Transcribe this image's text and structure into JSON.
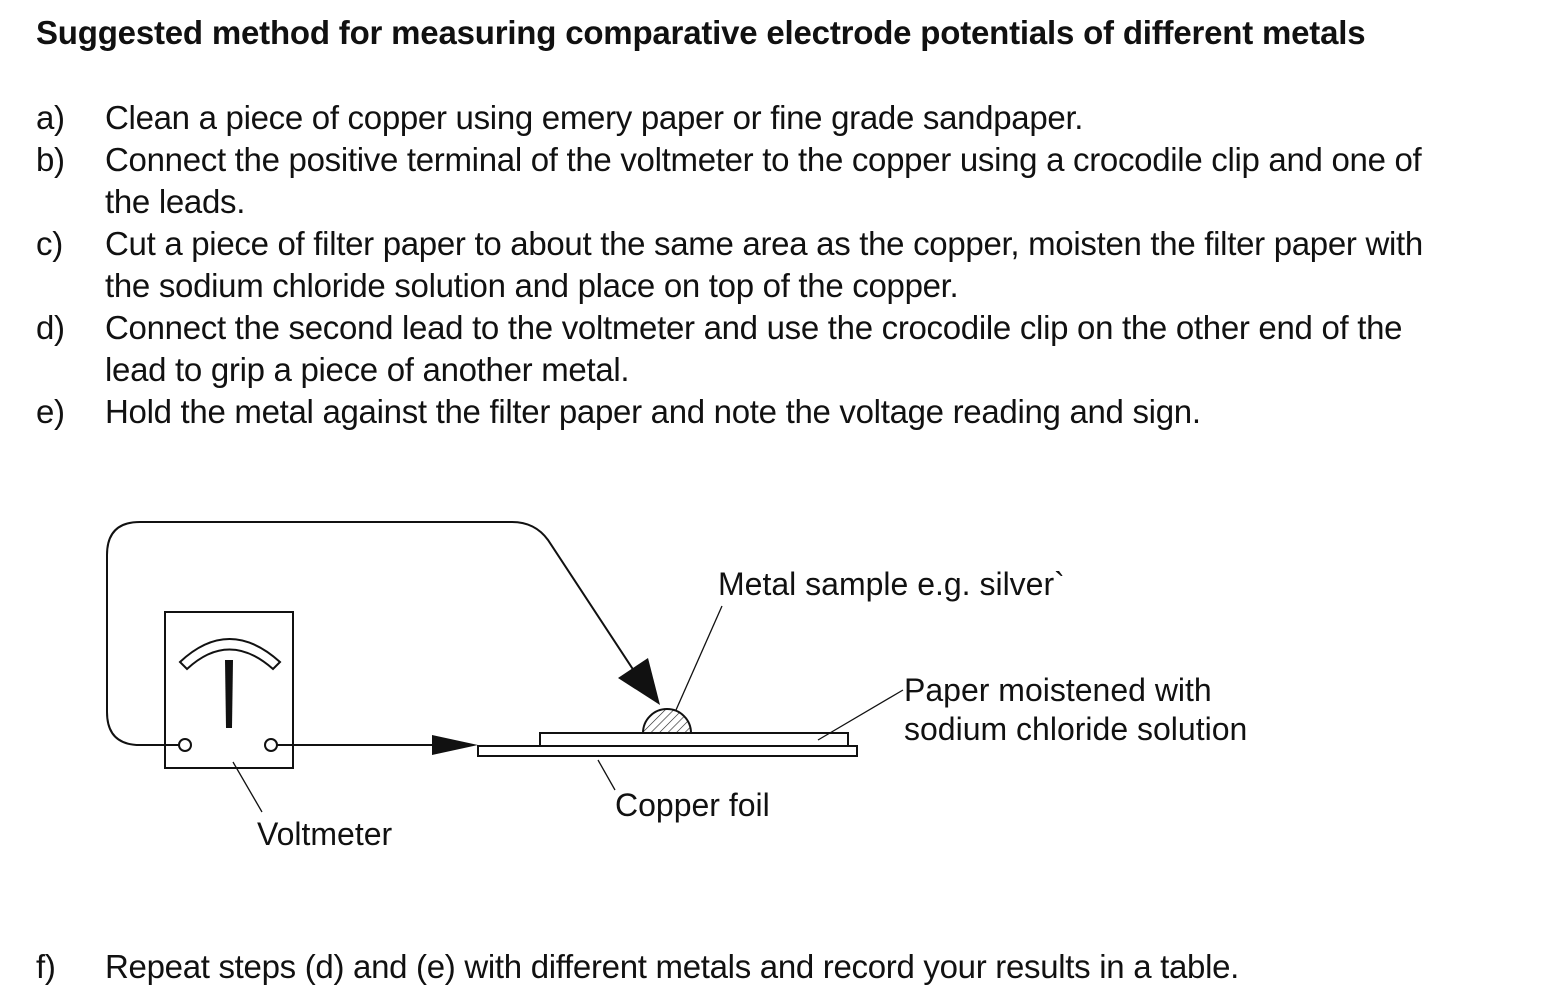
{
  "title": "Suggested method for measuring comparative electrode potentials of different metals",
  "steps": [
    {
      "marker": "a)",
      "lines": [
        "Clean a piece of copper using emery paper or fine grade sandpaper."
      ]
    },
    {
      "marker": "b)",
      "lines": [
        "Connect the positive terminal of the voltmeter to the copper using a crocodile clip and one of",
        "the leads."
      ]
    },
    {
      "marker": "c)",
      "lines": [
        "Cut a piece of filter paper to about the same area as the copper, moisten the filter paper with",
        "the sodium chloride solution and place on top of the copper."
      ]
    },
    {
      "marker": "d)",
      "lines": [
        "Connect the second lead to the voltmeter and use the crocodile clip on the other end of the",
        "lead to grip a piece of another metal."
      ]
    },
    {
      "marker": "e)",
      "lines": [
        "Hold the metal against the filter paper and note the voltage reading and sign."
      ]
    },
    {
      "marker": "f)",
      "lines": [
        "Repeat steps (d) and (e) with different metals and record your results in a table."
      ]
    }
  ],
  "diagram": {
    "labels": {
      "metal_sample": "Metal sample e.g. silver`",
      "paper_line1": "Paper moistened with",
      "paper_line2": "sodium chloride solution",
      "copper_foil": "Copper foil",
      "voltmeter": "Voltmeter"
    }
  }
}
